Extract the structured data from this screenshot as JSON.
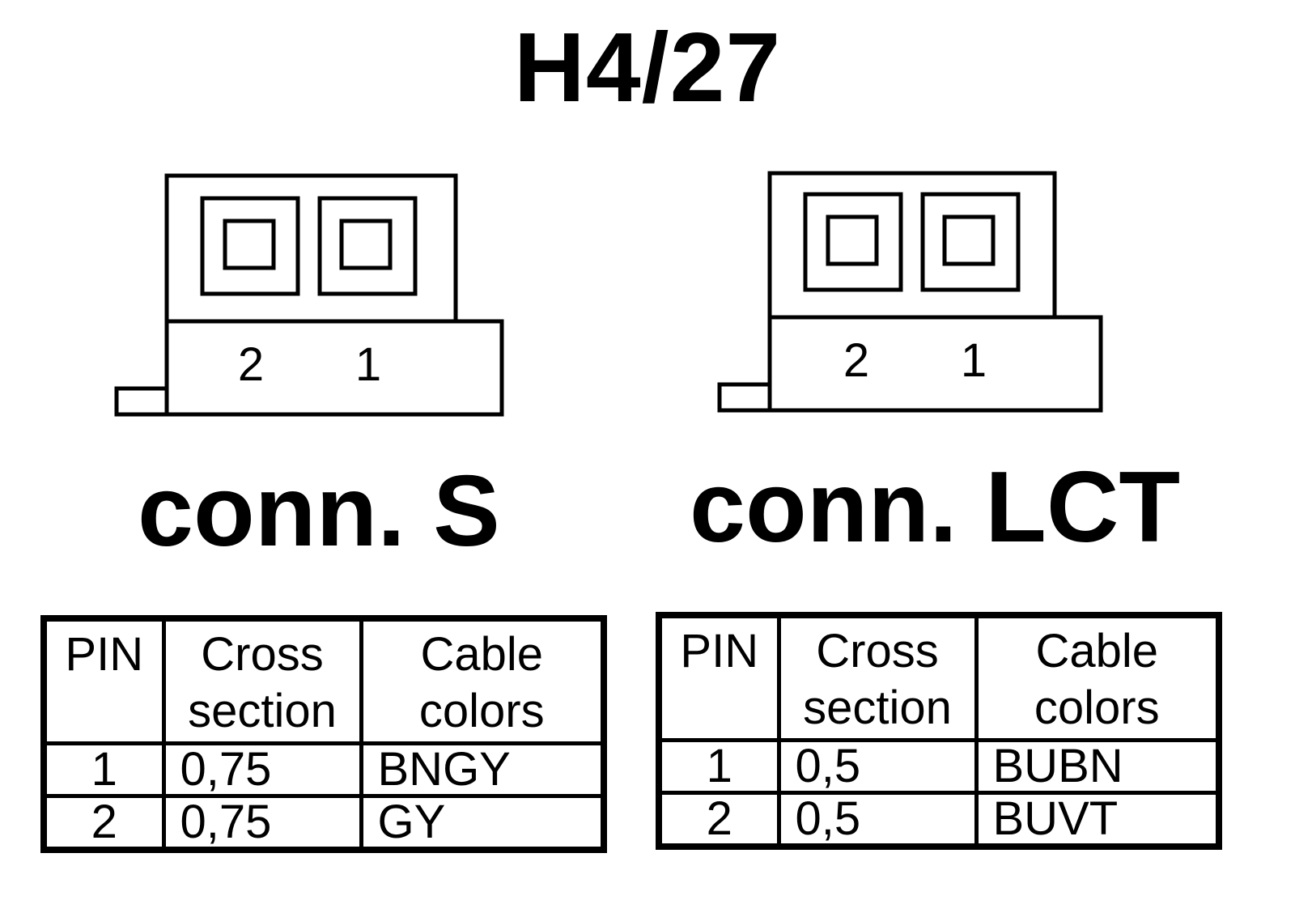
{
  "title": "H4/27",
  "connectors": [
    {
      "label": "conn. S",
      "pin_labels": [
        "2",
        "1"
      ],
      "table": {
        "headers": {
          "pin": "PIN",
          "cross_1": "Cross",
          "cross_2": "section",
          "colors_1": "Cable",
          "colors_2": "colors"
        },
        "rows": [
          {
            "pin": "1",
            "cross_section": "0,75",
            "color": "BNGY"
          },
          {
            "pin": "2",
            "cross_section": "0,75",
            "color": "GY"
          }
        ]
      }
    },
    {
      "label": "conn. LCT",
      "pin_labels": [
        "2",
        "1"
      ],
      "table": {
        "headers": {
          "pin": "PIN",
          "cross_1": "Cross",
          "cross_2": "section",
          "colors_1": "Cable",
          "colors_2": "colors"
        },
        "rows": [
          {
            "pin": "1",
            "cross_section": "0,5",
            "color": "BUBN"
          },
          {
            "pin": "2",
            "cross_section": "0,5",
            "color": "BUVT"
          }
        ]
      }
    }
  ]
}
